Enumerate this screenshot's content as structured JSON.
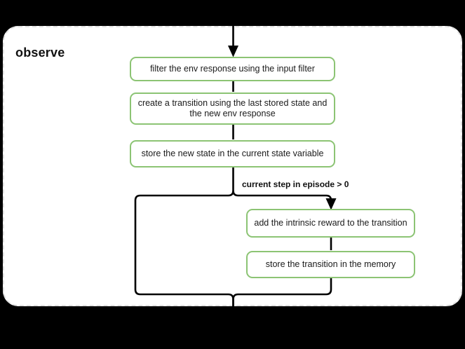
{
  "diagram": {
    "type": "flowchart",
    "title": "observe",
    "group_label": "observe",
    "colors": {
      "box_border": "#8cc474",
      "box_fill": "#ffffff",
      "group_border": "#e2e2e2",
      "group_fill": "#ffffff",
      "connector": "#000000",
      "text": "#1a1a1a",
      "canvas": "#000000"
    },
    "nodes": [
      {
        "id": "filter",
        "label": "filter the env response using the input filter"
      },
      {
        "id": "create",
        "label": "create a transition using the last stored state and the new env response"
      },
      {
        "id": "storestate",
        "label": "store the new state in the current state variable"
      },
      {
        "id": "intrinsic",
        "label": "add the intrinsic reward to the transition"
      },
      {
        "id": "storetrans",
        "label": "store the transition in the memory"
      }
    ],
    "edges": [
      {
        "from": "entry",
        "to": "filter",
        "label": ""
      },
      {
        "from": "filter",
        "to": "create",
        "label": ""
      },
      {
        "from": "create",
        "to": "storestate",
        "label": ""
      },
      {
        "from": "storestate",
        "to": "intrinsic",
        "label": "current step in episode > 0"
      },
      {
        "from": "intrinsic",
        "to": "storetrans",
        "label": ""
      },
      {
        "from": "storetrans",
        "to": "exit",
        "label": ""
      },
      {
        "from": "storestate",
        "to": "exit",
        "label": ""
      }
    ],
    "condition_label": "current step in episode > 0"
  }
}
